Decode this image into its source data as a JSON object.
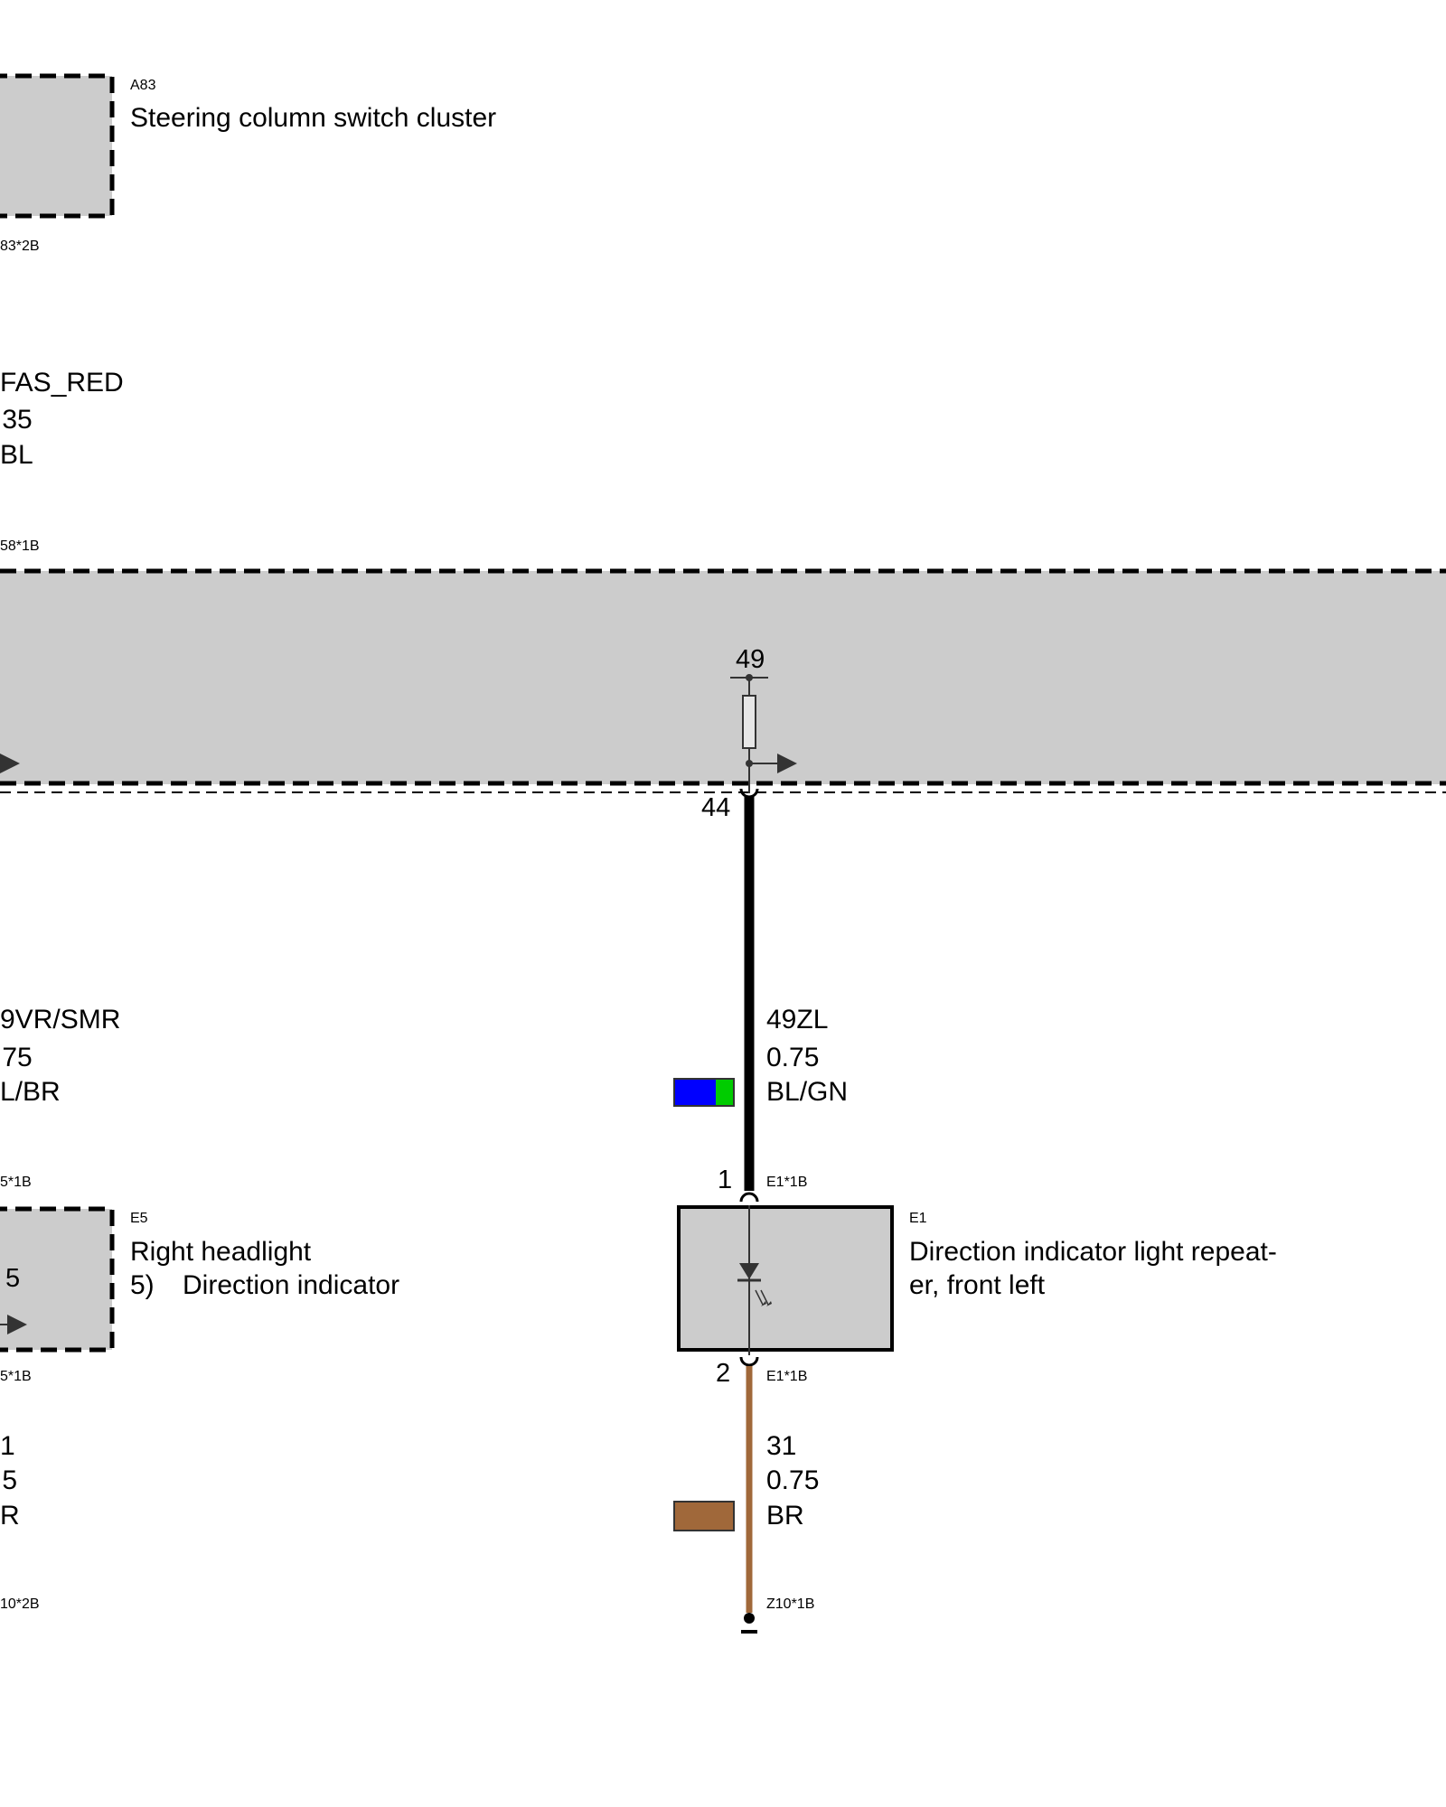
{
  "a83": {
    "id": "A83",
    "name": "Steering column switch cluster",
    "connector": "83*2B"
  },
  "wire_left_top": {
    "signal": "FAS_RED",
    "gauge": ".35",
    "color": "BL",
    "connector": "58*1B"
  },
  "module": {
    "pin_in": "49",
    "pin_out": "44"
  },
  "wire_left_mid": {
    "signal": "9VR/SMR",
    "gauge": ".75",
    "color": "L/BR",
    "connector": "5*1B"
  },
  "wire_49zl": {
    "signal": "49ZL",
    "gauge": "0.75",
    "color": "BL/GN",
    "swatch_colors": [
      "#0000ff",
      "#00cc00"
    ]
  },
  "e5": {
    "id": "E5",
    "line1": "Right headlight",
    "item_number": "5)",
    "item_label": "Direction indicator",
    "pin": "5",
    "connector_bottom": "5*1B"
  },
  "e1": {
    "id": "E1",
    "name_line1": "Direction indicator light repeat-",
    "name_line2": "er, front left",
    "pin_top": "1",
    "pin_bottom": "2",
    "connector_top": "E1*1B",
    "connector_bottom": "E1*1B"
  },
  "wire_left_bottom": {
    "signal": "1",
    "gauge": ".5",
    "color": "R",
    "connector": "10*2B"
  },
  "wire_31": {
    "signal": "31",
    "gauge": "0.75",
    "color": "BR",
    "swatch_color": "#a0683a",
    "ground_connector": "Z10*1B"
  }
}
